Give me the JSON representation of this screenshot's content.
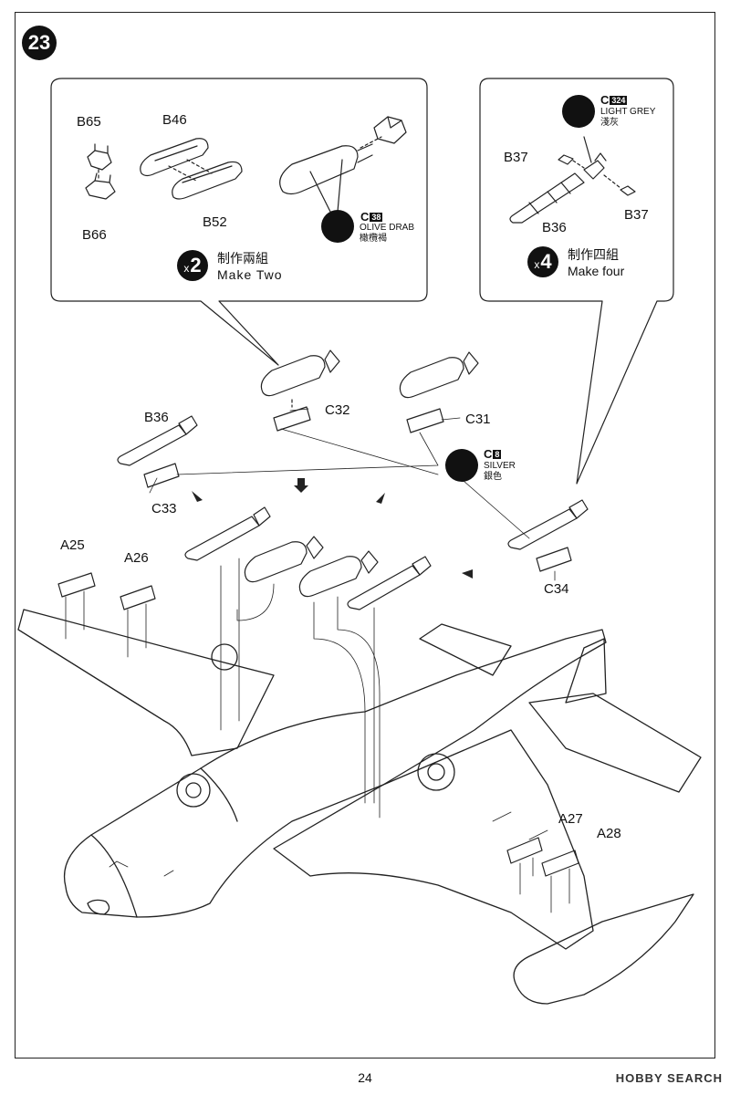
{
  "step": "23",
  "page_number": "24",
  "watermark": "HOBBY SEARCH",
  "inset_left": {
    "parts": {
      "b65": "B65",
      "b46": "B46",
      "b66": "B66",
      "b52": "B52"
    },
    "paint": {
      "code": "C",
      "number": "38",
      "name": "OLIVE DRAB",
      "name_cn": "橄欖褐"
    },
    "multiplier": {
      "x": "x",
      "count": "2",
      "text_cn": "制作兩組",
      "text_en": "Make Two"
    }
  },
  "inset_right": {
    "parts": {
      "b37_left": "B37",
      "b36": "B36",
      "b37_right": "B37"
    },
    "paint": {
      "code": "C",
      "number": "324",
      "name": "LIGHT GREY",
      "name_cn": "淺灰"
    },
    "multiplier": {
      "x": "x",
      "count": "4",
      "text_cn": "制作四組",
      "text_en": "Make four"
    }
  },
  "paint_silver": {
    "code": "C",
    "number": "8",
    "name": "SILVER",
    "name_cn": "銀色"
  },
  "parts_main": {
    "b36": "B36",
    "c32": "C32",
    "c31": "C31",
    "c33": "C33",
    "c34": "C34",
    "a25": "A25",
    "a26": "A26",
    "a27": "A27",
    "a28": "A28"
  }
}
